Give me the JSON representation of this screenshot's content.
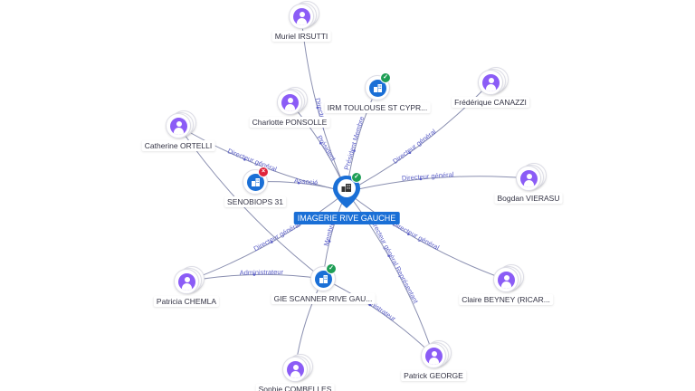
{
  "colors": {
    "person": "#8b5cf6",
    "company": "#1a6fd6",
    "edge": "#8a8fb0",
    "edge_label": "#5b5fc7",
    "status_ok": "#1e9e55",
    "status_closed": "#e0243b"
  },
  "graph": {
    "center": {
      "label": "IMAGERIE RIVE GAUCHE",
      "icon": "building-icon",
      "status": "ok"
    },
    "nodes": [
      {
        "key": "irsutti",
        "label": "Muriel IRSUTTI",
        "type": "person",
        "icon": "person-icon"
      },
      {
        "key": "irm",
        "label": "IRM TOULOUSE ST CYPR...",
        "type": "company",
        "icon": "building-icon",
        "status": "ok"
      },
      {
        "key": "canazzi",
        "label": "Frédérique CANAZZI",
        "type": "person",
        "icon": "person-icon"
      },
      {
        "key": "ponsolle",
        "label": "Charlotte PONSOLLE",
        "type": "person",
        "icon": "person-icon"
      },
      {
        "key": "ortelli",
        "label": "Catherine ORTELLI",
        "type": "person",
        "icon": "person-icon"
      },
      {
        "key": "senobiops",
        "label": "SENOBIOPS 31",
        "type": "company",
        "icon": "building-icon",
        "status": "closed"
      },
      {
        "key": "vierasu",
        "label": "Bogdan VIERASU",
        "type": "person",
        "icon": "person-icon"
      },
      {
        "key": "chemla",
        "label": "Patricia CHEMLA",
        "type": "person",
        "icon": "person-icon"
      },
      {
        "key": "gie",
        "label": "GIE SCANNER RIVE GAU...",
        "type": "company",
        "icon": "building-icon",
        "status": "ok"
      },
      {
        "key": "beyney",
        "label": "Claire BEYNEY (RICAR...",
        "type": "person",
        "icon": "person-icon"
      },
      {
        "key": "george",
        "label": "Patrick GEORGE",
        "type": "person",
        "icon": "person-icon"
      },
      {
        "key": "combelles",
        "label": "Sophie COMBELLES",
        "type": "person",
        "icon": "person-icon"
      }
    ],
    "edges": [
      {
        "from": "irsutti",
        "to": "center",
        "label": "Directeur..."
      },
      {
        "from": "ponsolle",
        "to": "center",
        "label": "Président"
      },
      {
        "from": "irm",
        "to": "center",
        "label": "Président Membre"
      },
      {
        "from": "canazzi",
        "to": "center",
        "label": "Directeur général"
      },
      {
        "from": "ortelli",
        "to": "center",
        "label": "Directeur général"
      },
      {
        "from": "senobiops",
        "to": "center",
        "label": "Associé"
      },
      {
        "from": "vierasu",
        "to": "center",
        "label": "Directeur général"
      },
      {
        "from": "beyney",
        "to": "center",
        "label": "Directeur général"
      },
      {
        "from": "chemla",
        "to": "center",
        "label": "Directeur général"
      },
      {
        "from": "gie",
        "to": "center",
        "label": "Membre"
      },
      {
        "from": "george",
        "to": "center",
        "label": "Directeur général Représentant"
      },
      {
        "from": "chemla",
        "to": "gie",
        "label": "Administrateur"
      },
      {
        "from": "george",
        "to": "gie",
        "label": "Administrateur"
      },
      {
        "from": "combelles",
        "to": "gie",
        "label": ""
      },
      {
        "from": "ortelli",
        "to": "gie",
        "label": ""
      }
    ]
  }
}
